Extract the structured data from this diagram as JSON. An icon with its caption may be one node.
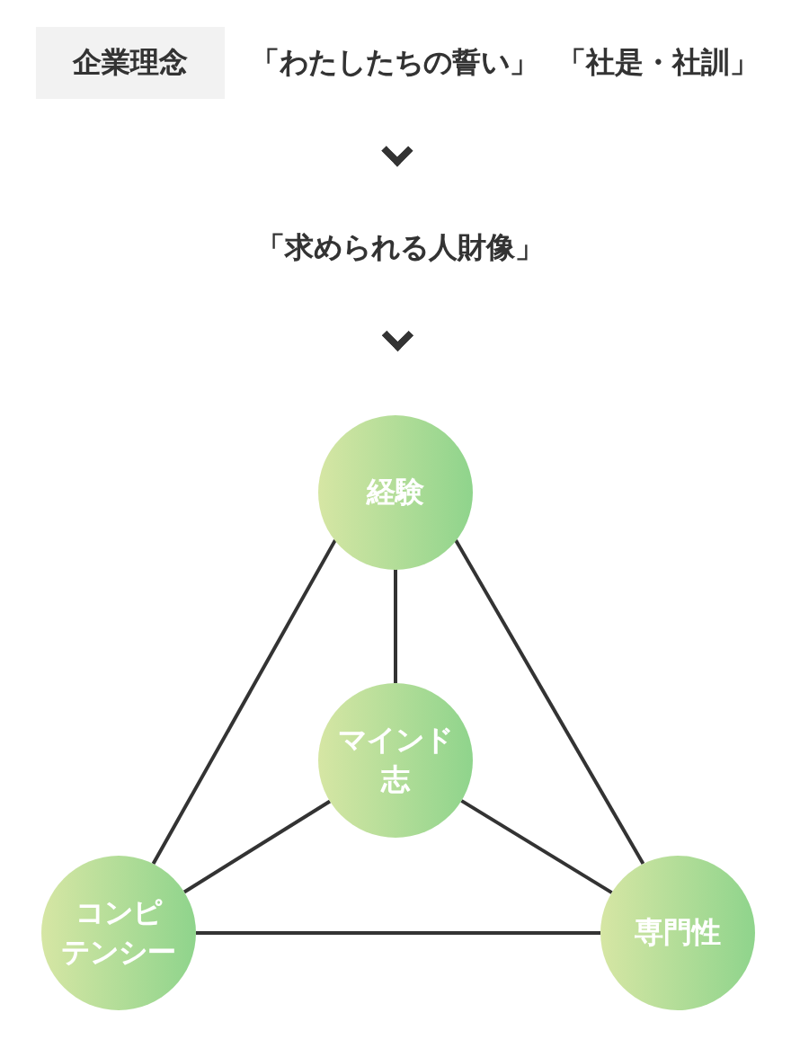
{
  "diagram": {
    "nodes": [
      {
        "text": [
          "企業理念"
        ]
      },
      {
        "text": [
          "「わたしたちの誓い」"
        ]
      },
      {
        "text": [
          "「求められる人財像」"
        ]
      },
      {
        "text": [
          "経験"
        ]
      },
      {
        "text": [
          "マインド志"
        ]
      },
      {
        "text": [
          "コンピテンシー"
        ]
      },
      {
        "text": [
          "専門性"
        ]
      }
    ],
    "edges": [
      {
        "from": 1,
        "to": 2,
        "arrow": "to",
        "style": "thick"
      },
      {
        "from": 2,
        "to": 3,
        "arrow": "to",
        "style": "thick"
      },
      {
        "from": 3,
        "to": 4,
        "arrow": "none"
      },
      {
        "from": 3,
        "to": 5,
        "arrow": "none"
      },
      {
        "from": 3,
        "to": 6,
        "arrow": "none"
      },
      {
        "from": 4,
        "to": 5,
        "arrow": "none"
      },
      {
        "from": 4,
        "to": 6,
        "arrow": "none"
      },
      {
        "from": 5,
        "to": 6,
        "arrow": "none"
      }
    ],
    "labels": [
      "「社是・社訓」"
    ]
  }
}
